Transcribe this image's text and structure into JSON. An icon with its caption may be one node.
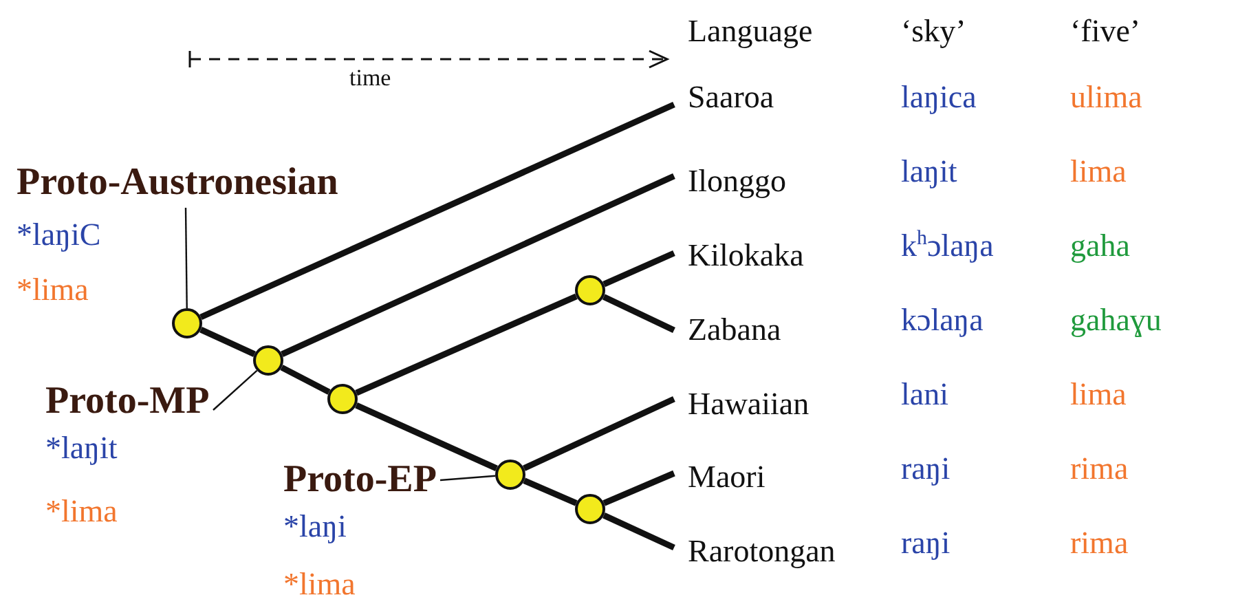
{
  "diagram": {
    "nodes": [
      {
        "text": [
          "Saaroa"
        ]
      },
      {
        "text": [
          "Ilonggo"
        ]
      },
      {
        "text": [
          "Kilokaka"
        ]
      },
      {
        "text": [
          "Zabana"
        ]
      },
      {
        "text": [
          "Hawaiian"
        ]
      },
      {
        "text": [
          "Maori"
        ]
      },
      {
        "text": [
          "Rarotongan"
        ]
      },
      {
        "text": [],
        "shape": "circle"
      },
      {
        "text": [],
        "shape": "circle"
      },
      {
        "text": [],
        "shape": "circle"
      },
      {
        "text": [],
        "shape": "circle"
      },
      {
        "text": [],
        "shape": "circle"
      },
      {
        "text": [],
        "shape": "circle"
      },
      {
        "text": [
          "Proto-Austronesian",
          "*laŋiC",
          "*lima"
        ]
      },
      {
        "text": [
          "Proto-MP",
          "*laŋit",
          "*lima"
        ]
      },
      {
        "text": [
          "Proto-EP",
          "*laŋi",
          "*lima"
        ]
      }
    ],
    "edges": [
      {
        "from": 7,
        "to": 0,
        "arrow": "none"
      },
      {
        "from": 7,
        "to": 8,
        "arrow": "none"
      },
      {
        "from": 8,
        "to": 1,
        "arrow": "none"
      },
      {
        "from": 8,
        "to": 9,
        "arrow": "none"
      },
      {
        "from": 9,
        "to": 10,
        "arrow": "none"
      },
      {
        "from": 10,
        "to": 2,
        "arrow": "none"
      },
      {
        "from": 10,
        "to": 3,
        "arrow": "none"
      },
      {
        "from": 9,
        "to": 11,
        "arrow": "none"
      },
      {
        "from": 11,
        "to": 4,
        "arrow": "none"
      },
      {
        "from": 11,
        "to": 12,
        "arrow": "none"
      },
      {
        "from": 12,
        "to": 5,
        "arrow": "none"
      },
      {
        "from": 12,
        "to": 6,
        "arrow": "none"
      },
      {
        "from": 13,
        "to": 7,
        "arrow": "none"
      },
      {
        "from": 14,
        "to": 8,
        "arrow": "none"
      },
      {
        "from": 15,
        "to": 11,
        "arrow": "none"
      }
    ],
    "labels": [
      "time",
      "Language",
      "‘sky’",
      "‘five’",
      "laŋica",
      "ulima",
      "laŋit",
      "lima",
      "k$^{h}$ɔlaŋa",
      "gaha",
      "kɔlaŋa",
      "gahaɣu",
      "lani",
      "lima",
      "raŋi",
      "rima",
      "raŋi",
      "rima"
    ]
  }
}
